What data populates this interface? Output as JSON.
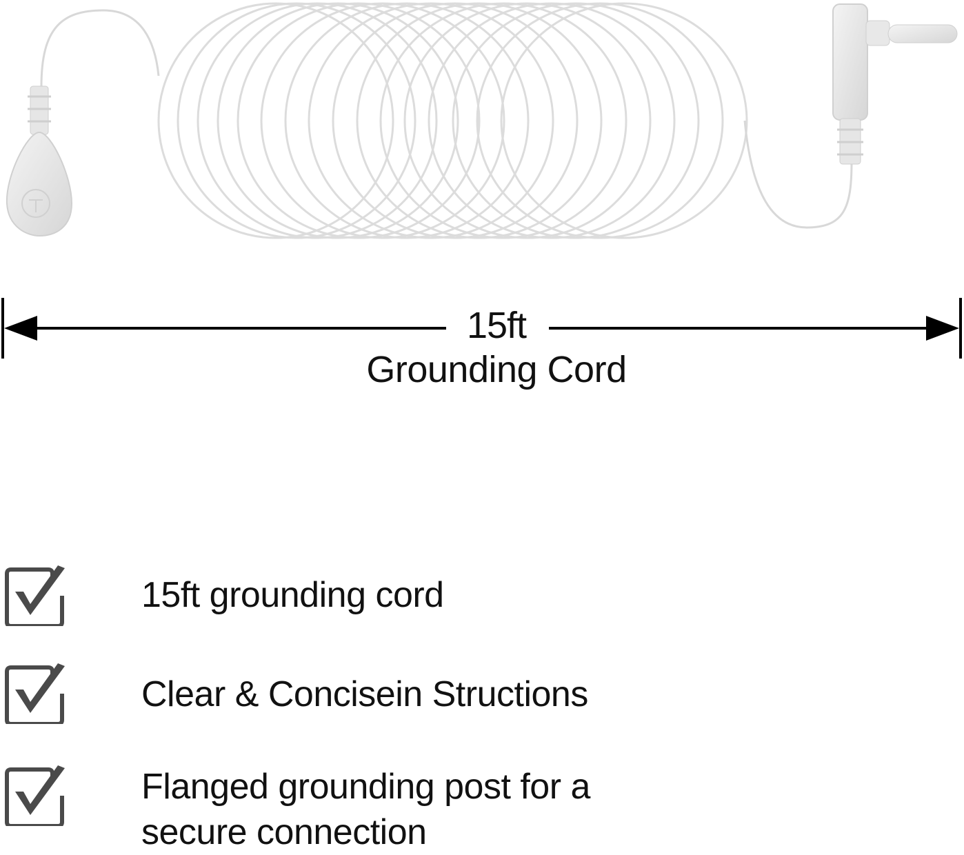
{
  "dimension": {
    "value": "15ft",
    "label": "Grounding Cord"
  },
  "features": [
    {
      "text": "15ft grounding cord",
      "icon": "checkbox-checked-icon"
    },
    {
      "text": "Clear & Concisein Structions",
      "icon": "checkbox-checked-icon"
    },
    {
      "text_line1": "Flanged grounding post for a",
      "text_line2": "secure connection",
      "icon": "checkbox-checked-icon"
    }
  ],
  "colors": {
    "text": "#111111",
    "checkbox": "#4a4a4a",
    "cord": "#d9d9d9",
    "background": "#ffffff"
  }
}
